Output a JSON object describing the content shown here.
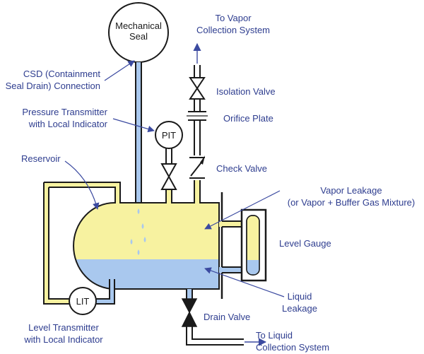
{
  "labels": {
    "mechanical_seal_1": "Mechanical",
    "mechanical_seal_2": "Seal",
    "vapor_collection_1": "To Vapor",
    "vapor_collection_2": "Collection System",
    "csd_1": "CSD (Containment",
    "csd_2": "Seal Drain) Connection",
    "isolation_valve": "Isolation Valve",
    "pressure_transmitter_1": "Pressure Transmitter",
    "pressure_transmitter_2": "with Local Indicator",
    "orifice_plate": "Orifice Plate",
    "pit": "PIT",
    "reservoir": "Reservoir",
    "check_valve": "Check Valve",
    "vapor_leakage_1": "Vapor Leakage",
    "vapor_leakage_2": "(or Vapor + Buffer Gas Mixture)",
    "level_gauge": "Level Gauge",
    "liquid_leakage_1": "Liquid",
    "liquid_leakage_2": "Leakage",
    "lit": "LIT",
    "drain_valve": "Drain Valve",
    "level_transmitter_1": "Level Transmitter",
    "level_transmitter_2": "with Local Indicator",
    "liquid_collection_1": "To Liquid",
    "liquid_collection_2": "Collection System"
  },
  "colors": {
    "vapor_fill": "#f7f2a0",
    "liquid_fill": "#a9c8ee",
    "pipe_fill": "#a9c8ee",
    "outline": "#1a1a1a",
    "annotation": "#2e3d8f"
  }
}
